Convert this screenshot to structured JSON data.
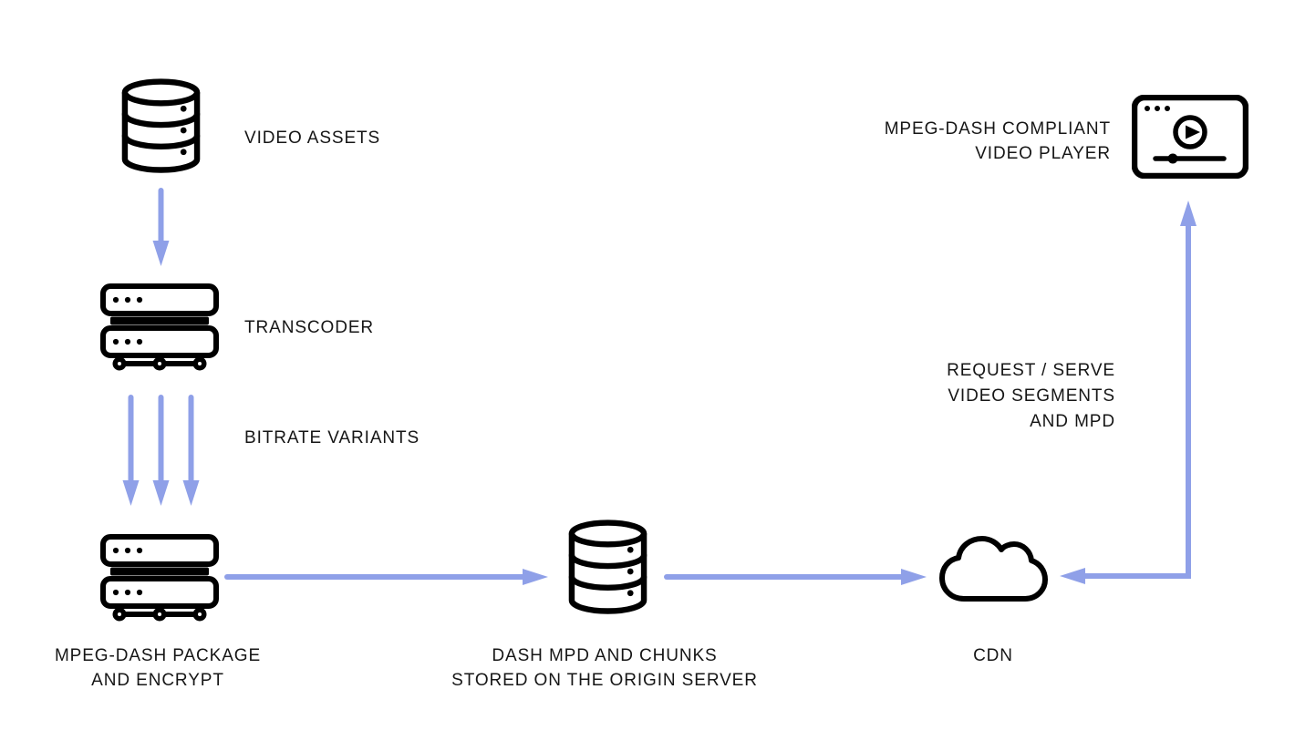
{
  "colors": {
    "arrow": "#8FA0E8",
    "icon": "#000000",
    "text": "#161616",
    "background": "#FFFFFF"
  },
  "nodes": {
    "video_assets": {
      "label": "VIDEO ASSETS",
      "icon": "database-icon"
    },
    "transcoder": {
      "label": "TRANSCODER",
      "icon": "server-icon"
    },
    "packager": {
      "label": "MPEG-DASH PACKAGE\nAND ENCRYPT",
      "icon": "server-icon"
    },
    "origin_server": {
      "label": "DASH MPD AND CHUNKS\nSTORED ON THE ORIGIN SERVER",
      "icon": "database-icon"
    },
    "cdn": {
      "label": "CDN",
      "icon": "cloud-icon"
    },
    "video_player": {
      "label": "MPEG-DASH COMPLIANT\nVIDEO PLAYER",
      "icon": "video-player-icon"
    }
  },
  "edges": {
    "assets_to_transcoder": {
      "from": "video_assets",
      "to": "transcoder"
    },
    "bitrate_variants": {
      "label": "BITRATE VARIANTS",
      "from": "transcoder",
      "to": "packager",
      "arrow_count": 3
    },
    "packager_to_origin": {
      "from": "packager",
      "to": "origin_server"
    },
    "origin_to_cdn": {
      "from": "origin_server",
      "to": "cdn"
    },
    "cdn_player_exchange": {
      "label": "REQUEST / SERVE\nVIDEO SEGMENTS\nAND MPD",
      "between": [
        "cdn",
        "video_player"
      ],
      "bidirectional": true
    }
  }
}
